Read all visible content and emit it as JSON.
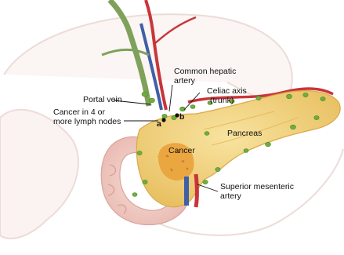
{
  "figure": {
    "labels": {
      "common_hepatic": [
        "Common hepatic",
        "artery"
      ],
      "portal_vein": "Portal vein",
      "celiac_axis": [
        "Celiac axis",
        "(trunk)"
      ],
      "lymph_nodes": [
        "Cancer in 4 or",
        "more lymph nodes"
      ],
      "marker_a": "a",
      "marker_b": "b",
      "pancreas": "Pancreas",
      "cancer": "Cancer",
      "superior_mesenteric": [
        "Superior mesenteric",
        "artery"
      ]
    },
    "colors": {
      "pancreas": "#f3d27a",
      "tumor": "#e9a23a",
      "lymph_node": "#6fae3c",
      "artery": "#c9353a",
      "vein": "#3f5fa8",
      "duct": "#7fa15a",
      "duodenum": "#f1c9c3",
      "stomach_outline": "#e8d9d5"
    }
  }
}
